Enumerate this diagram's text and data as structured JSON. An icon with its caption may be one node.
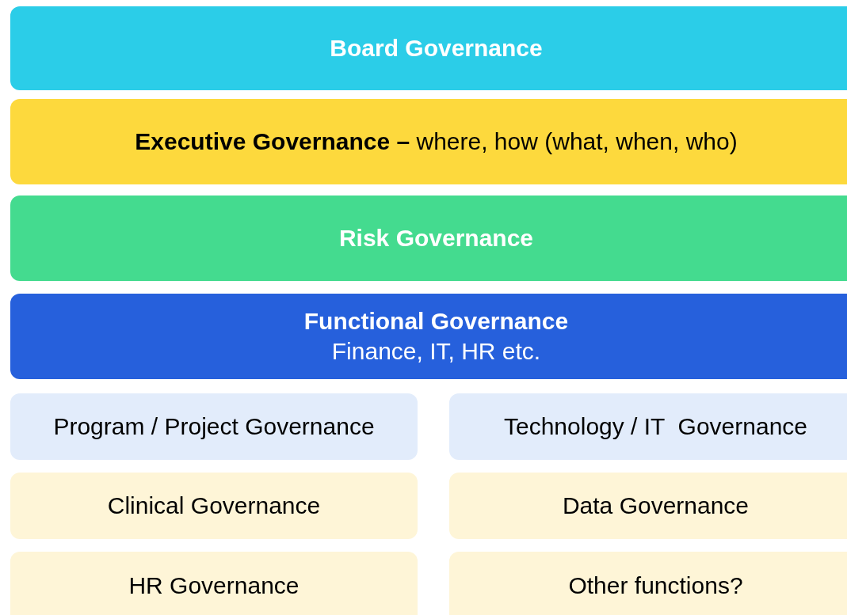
{
  "diagram": {
    "nodes": [
      {
        "text": [
          "Board Governance"
        ]
      },
      {
        "text": [
          "**Executive Governance –** where, how (what, when, who)"
        ]
      },
      {
        "text": [
          "Risk Governance"
        ]
      },
      {
        "text": [
          "Functional Governance",
          "Finance, IT, HR etc."
        ]
      },
      {
        "text": [
          "Program / Project Governance"
        ]
      },
      {
        "text": [
          "Technology / IT  Governance"
        ]
      },
      {
        "text": [
          "Clinical Governance"
        ]
      },
      {
        "text": [
          "Data Governance"
        ]
      },
      {
        "text": [
          "HR Governance"
        ]
      },
      {
        "text": [
          "Other functions?"
        ]
      }
    ]
  }
}
